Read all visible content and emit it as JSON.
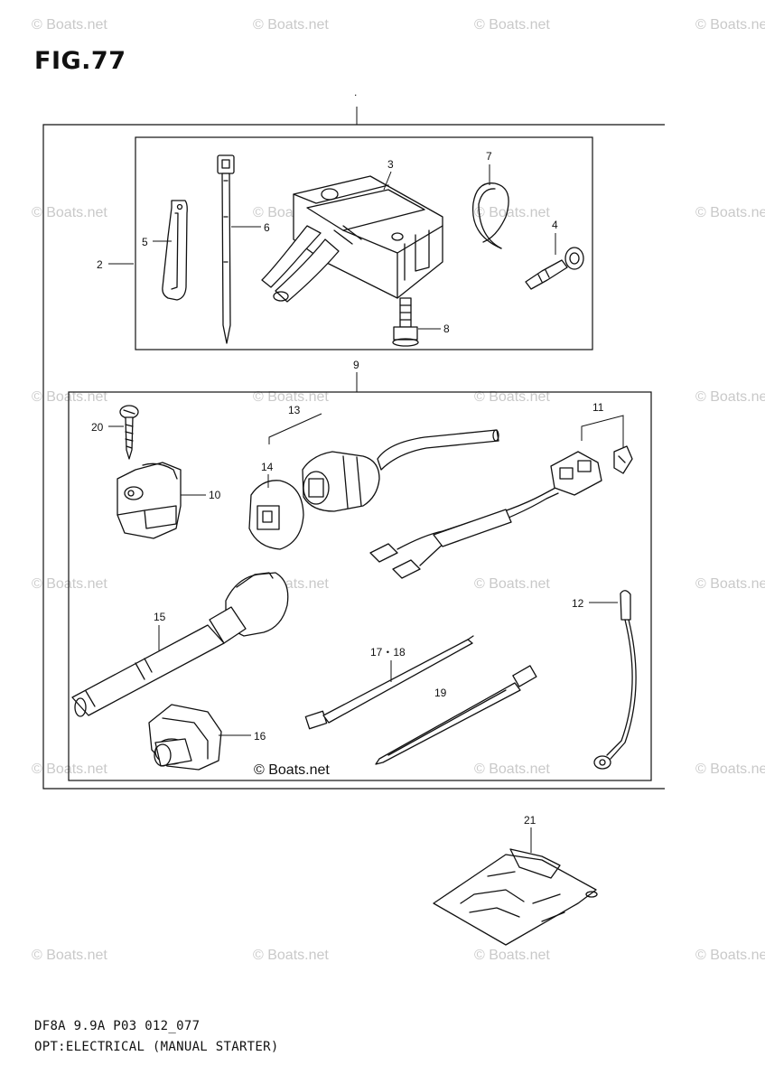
{
  "header": {
    "figure_title": "FIG.77"
  },
  "footer": {
    "line1": "DF8A 9.9A P03 012_077",
    "line2": "OPT:ELECTRICAL (MANUAL STARTER)"
  },
  "watermark": {
    "small": "© Boats.net",
    "large": "© Boats.net"
  },
  "assembly_marker": ".",
  "part_labels": {
    "p2": "2",
    "p3": "3",
    "p4": "4",
    "p5": "5",
    "p6": "6",
    "p7": "7",
    "p8": "8",
    "p9": "9",
    "p10": "10",
    "p11": "11",
    "p12": "12",
    "p13": "13",
    "p14": "14",
    "p15": "15",
    "p16": "16",
    "p17_18": "17・18",
    "p19": "19",
    "p20": "20",
    "p21": "21"
  }
}
